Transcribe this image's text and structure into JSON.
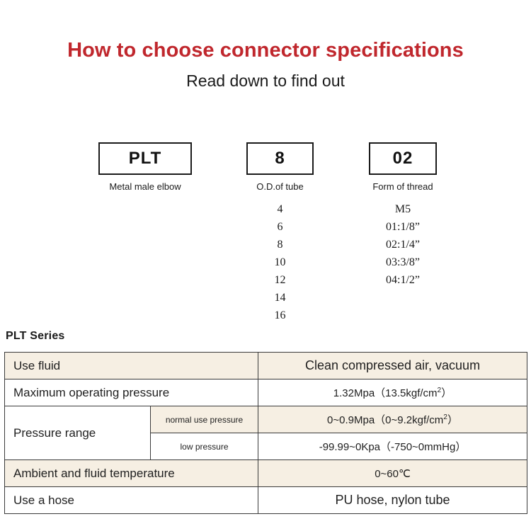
{
  "header": {
    "title": "How to choose connector specifications",
    "subtitle": "Read down to find out",
    "title_color": "#c0272d"
  },
  "code_breakdown": {
    "columns": [
      {
        "code": "PLT",
        "caption": "Metal male elbow",
        "options": []
      },
      {
        "code": "8",
        "caption": "O.D.of tube",
        "options": [
          "4",
          "6",
          "8",
          "10",
          "12",
          "14",
          "16"
        ]
      },
      {
        "code": "02",
        "caption": "Form of thread",
        "options": [
          "M5",
          "01:1/8”",
          "02:1/4”",
          "03:3/8”",
          "04:1/2”"
        ]
      }
    ]
  },
  "spec": {
    "series_label": "PLT Series",
    "accent_row_color": "#f6efe3",
    "rows": [
      {
        "label": "Use fluid",
        "value": "Clean compressed air, vacuum",
        "shaded": true
      },
      {
        "label": "Maximum operating pressure",
        "value": "1.32Mpa（13.5kgf/cm",
        "value_sup": "2",
        "value_tail": "）",
        "shaded": false
      },
      {
        "label": "Pressure range",
        "sub_label": "normal use pressure",
        "value": "0~0.9Mpa（0~9.2kgf/cm",
        "value_sup": "2",
        "value_tail": "）",
        "shaded": true
      },
      {
        "sub_label": "low pressure",
        "value": "-99.99~0Kpa（-750~0mmHg）",
        "shaded": false
      },
      {
        "label": "Ambient and fluid temperature",
        "value": "0~60℃",
        "shaded": true
      },
      {
        "label": "Use a hose",
        "value": "PU hose, nylon tube",
        "shaded": false
      }
    ]
  }
}
